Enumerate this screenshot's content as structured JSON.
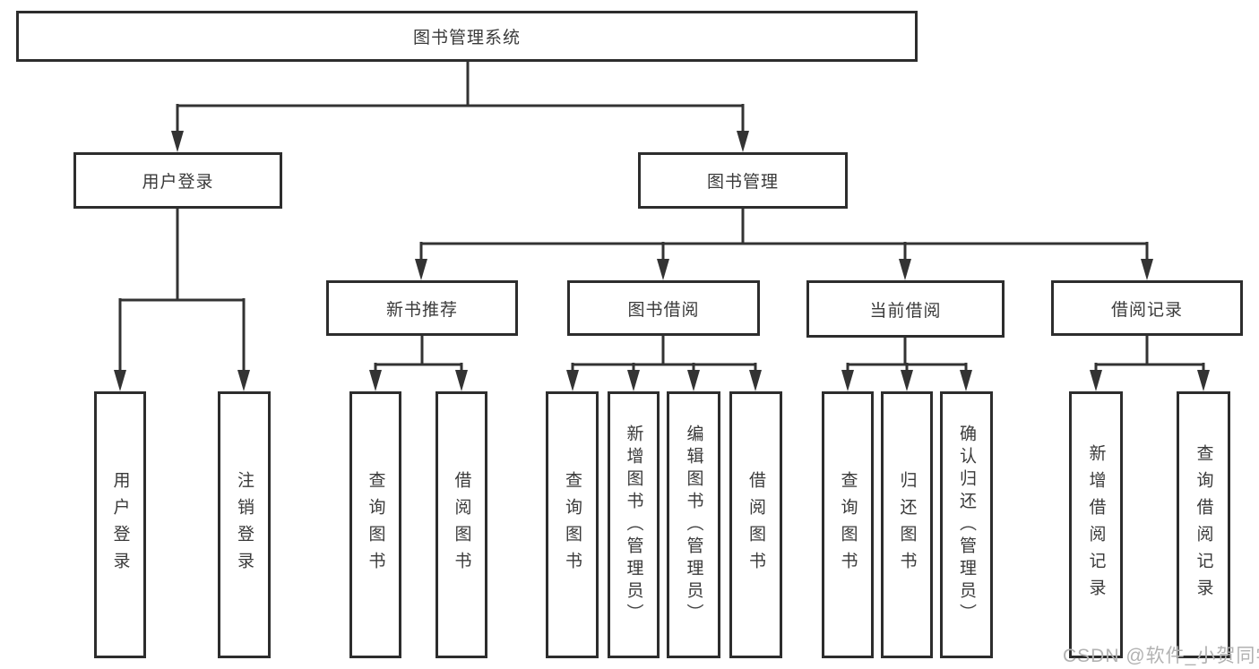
{
  "diagram": {
    "type": "hierarchy-tree",
    "colors": {
      "line": "#333333",
      "border": "#2d2d2d",
      "text": "#3a3a3a",
      "background": "#ffffff",
      "watermark": "#b2b2b2"
    },
    "root": {
      "label": "图书管理系统"
    },
    "level2": [
      {
        "id": "user_login",
        "label": "用户登录"
      },
      {
        "id": "book_mgmt",
        "label": "图书管理"
      }
    ],
    "level3": [
      {
        "id": "new_books",
        "label": "新书推荐",
        "parent": "book_mgmt"
      },
      {
        "id": "book_borrow",
        "label": "图书借阅",
        "parent": "book_mgmt"
      },
      {
        "id": "current_borrow",
        "label": "当前借阅",
        "parent": "book_mgmt"
      },
      {
        "id": "borrow_records",
        "label": "借阅记录",
        "parent": "book_mgmt"
      }
    ],
    "leaves": {
      "user_login": [
        "用户登录",
        "注销登录"
      ],
      "new_books": [
        "查询图书",
        "借阅图书"
      ],
      "book_borrow": [
        "查询图书",
        "新增图书（管理员）",
        "编辑图书（管理员）",
        "借阅图书"
      ],
      "current_borrow": [
        "查询图书",
        "归还图书",
        "确认归还（管理员）"
      ],
      "borrow_records": [
        "新增借阅记录",
        "查询借阅记录"
      ]
    },
    "watermark": "CSDN @软件_小贺同学"
  }
}
